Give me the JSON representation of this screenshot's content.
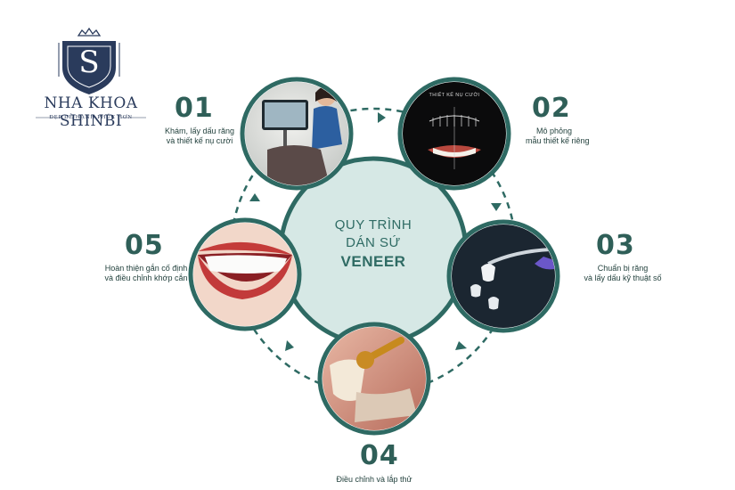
{
  "brand": {
    "name": "NHA KHOA SHINBI",
    "tagline": "ĐẸP DỄ HẠNH PHÚC HƠN",
    "crest_letter": "S",
    "color": "#2a3b5c"
  },
  "center": {
    "line1": "QUY TRÌNH",
    "line2": "DÁN SỨ",
    "line3": "VENEER"
  },
  "steps": [
    {
      "number": "01",
      "line1": "Khám, lấy dấu răng",
      "line2": "và thiết kế nụ cười",
      "image_icon": "dentist-exam-photo"
    },
    {
      "number": "02",
      "line1": "Mô phỏng",
      "line2": "mẫu thiết kế riêng",
      "image_icon": "smile-design-photo",
      "image_caption": "THIẾT KẾ NỤ CƯỜI"
    },
    {
      "number": "03",
      "line1": "Chuẩn bị răng",
      "line2": "và lấy dấu kỹ thuật số",
      "image_icon": "veneer-tweezers-photo"
    },
    {
      "number": "04",
      "line1": "Điều chỉnh và lắp thử",
      "line2": "",
      "image_icon": "veneer-fitting-photo"
    },
    {
      "number": "05",
      "line1": "Hoàn thiện gắn cố định",
      "line2": "và điều chỉnh khớp cắn",
      "image_icon": "finished-smile-photo"
    }
  ],
  "colors": {
    "accent": "#2f6b64",
    "ring": "#2e6a63",
    "center_fill": "#d6e8e5"
  }
}
